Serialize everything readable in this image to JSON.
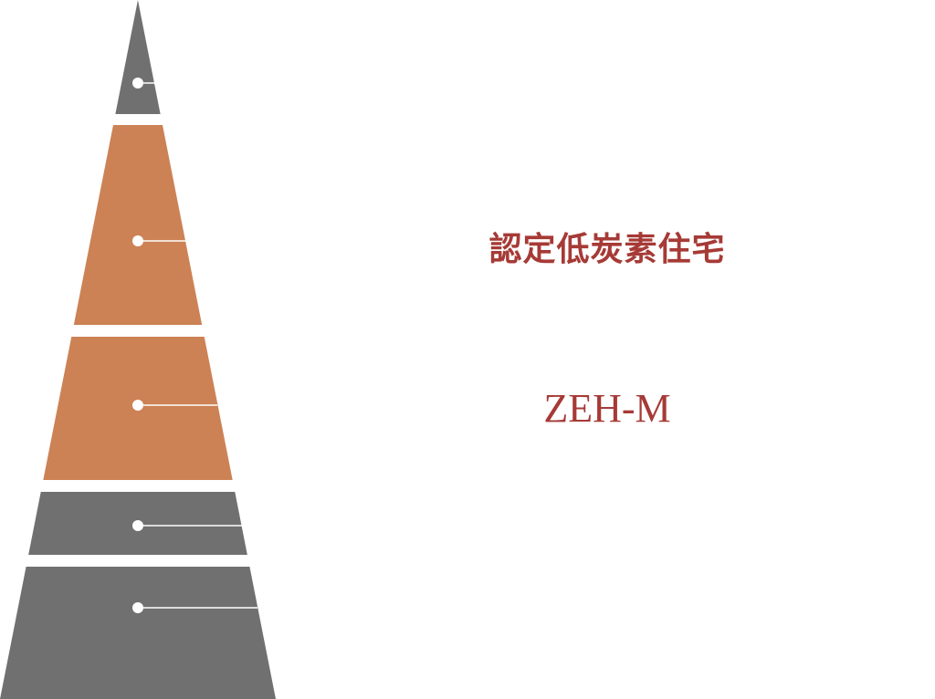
{
  "colors": {
    "gray_tier": "#707070",
    "orange_tier": "#cc8255",
    "label_text": "#a63a36",
    "connector": "#ffffff"
  },
  "pyramid": {
    "tiers": [
      {
        "name": "tier-1",
        "color": "gray"
      },
      {
        "name": "tier-2",
        "color": "orange"
      },
      {
        "name": "tier-3",
        "color": "orange"
      },
      {
        "name": "tier-4",
        "color": "gray"
      },
      {
        "name": "tier-5",
        "color": "gray"
      }
    ]
  },
  "labels": {
    "level_1": "認定低炭素住宅",
    "level_2": "ZEH-M"
  }
}
